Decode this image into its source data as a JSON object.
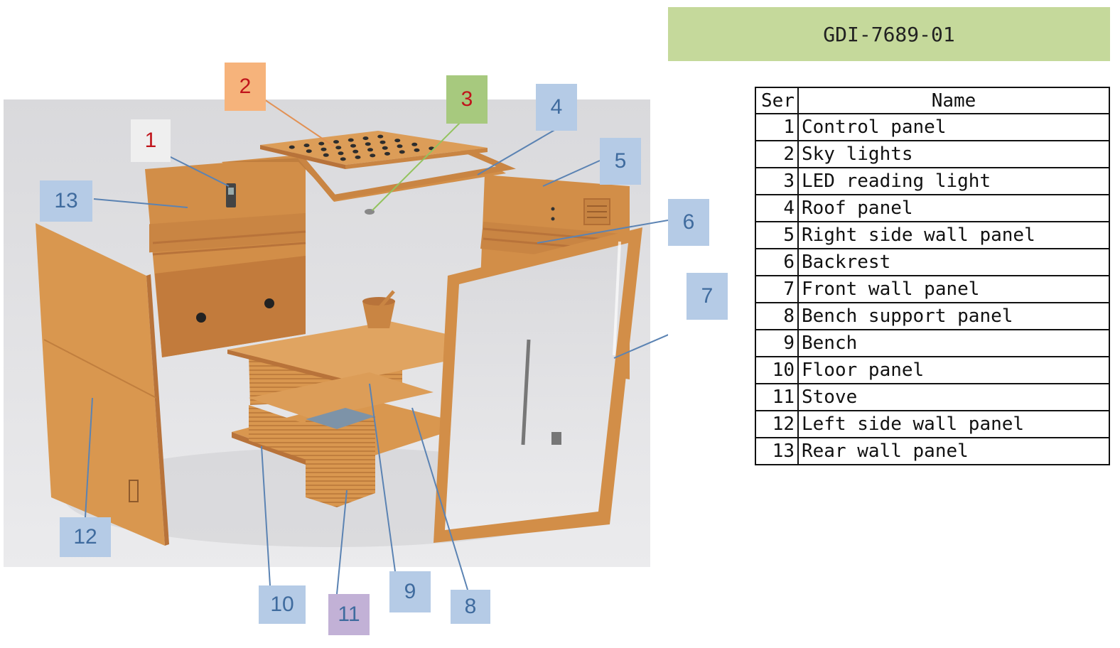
{
  "header": {
    "code": "GDI-7689-01"
  },
  "table": {
    "columns": [
      "Ser",
      "Name"
    ],
    "rows": [
      {
        "ser": "1",
        "name": "Control panel"
      },
      {
        "ser": "2",
        "name": "Sky lights"
      },
      {
        "ser": "3",
        "name": "LED reading light"
      },
      {
        "ser": "4",
        "name": "Roof panel"
      },
      {
        "ser": "5",
        "name": "Right side wall panel"
      },
      {
        "ser": "6",
        "name": "Backrest"
      },
      {
        "ser": "7",
        "name": "Front wall panel"
      },
      {
        "ser": "8",
        "name": "Bench support panel"
      },
      {
        "ser": "9",
        "name": "Bench"
      },
      {
        "ser": "10",
        "name": "Floor panel"
      },
      {
        "ser": "11",
        "name": "Stove"
      },
      {
        "ser": "12",
        "name": "Left side wall panel"
      },
      {
        "ser": "13",
        "name": "Rear wall panel"
      }
    ]
  },
  "callouts": [
    {
      "label": "1",
      "bg": "#efefef",
      "fg": "#c0141b"
    },
    {
      "label": "2",
      "bg": "#f6b37b",
      "fg": "#c0141b"
    },
    {
      "label": "3",
      "bg": "#a7c97e",
      "fg": "#c0141b"
    },
    {
      "label": "4",
      "bg": "#b5cbe6",
      "fg": "#3f6b9e"
    },
    {
      "label": "5",
      "bg": "#b5cbe6",
      "fg": "#3f6b9e"
    },
    {
      "label": "6",
      "bg": "#b5cbe6",
      "fg": "#3f6b9e"
    },
    {
      "label": "7",
      "bg": "#b5cbe6",
      "fg": "#3f6b9e"
    },
    {
      "label": "8",
      "bg": "#b5cbe6",
      "fg": "#3f6b9e"
    },
    {
      "label": "9",
      "bg": "#b5cbe6",
      "fg": "#3f6b9e"
    },
    {
      "label": "10",
      "bg": "#b5cbe6",
      "fg": "#3f6b9e"
    },
    {
      "label": "11",
      "bg": "#c2b1d6",
      "fg": "#3f6b9e"
    },
    {
      "label": "12",
      "bg": "#b5cbe6",
      "fg": "#3f6b9e"
    },
    {
      "label": "13",
      "bg": "#b5cbe6",
      "fg": "#3f6b9e"
    }
  ],
  "colors": {
    "wood": "#d9974f",
    "wood_dark": "#b8733a",
    "wood_light": "#e6ab66",
    "backdrop": "#e3e3e5",
    "leader_line": "#5b83b3"
  }
}
